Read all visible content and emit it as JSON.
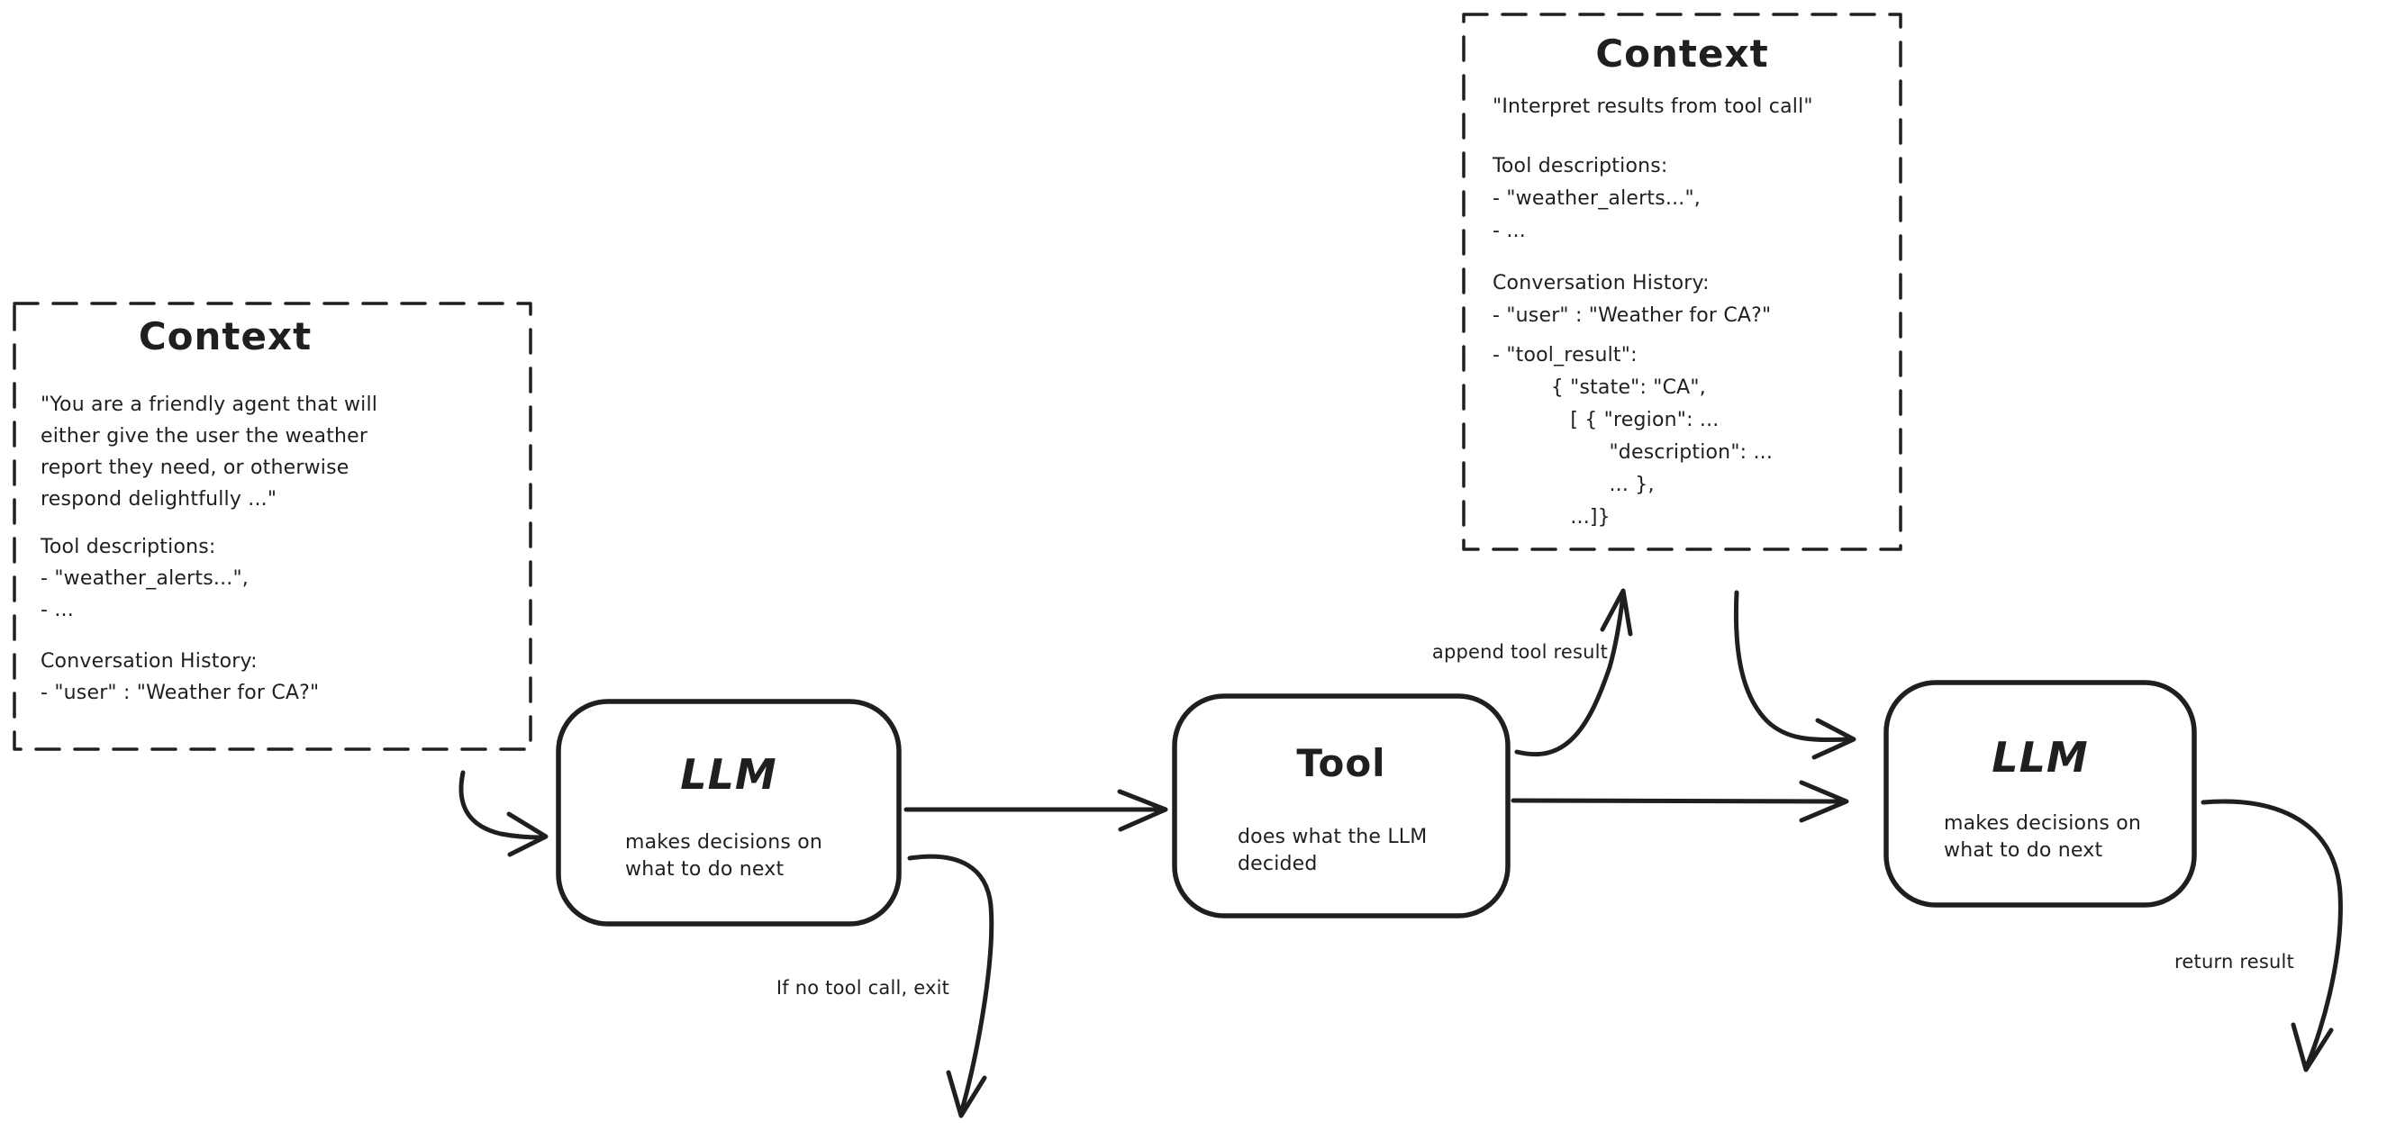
{
  "diagram": {
    "colors": {
      "ink": "#1f1f1f",
      "background": "#ffffff"
    },
    "context_left": {
      "title": "Context",
      "system_prompt": "\"You are a friendly agent that will\neither give the user the weather\nreport they need, or otherwise\nrespond delightfully ...\"",
      "tools_block": "Tool descriptions:\n- \"weather_alerts...\",\n- ...",
      "history_block": "Conversation History:\n- \"user\" : \"Weather for CA?\""
    },
    "context_top": {
      "title": "Context",
      "system_prompt": "\"Interpret results from tool call\"",
      "tools_block": "Tool descriptions:\n- \"weather_alerts...\",\n- ...",
      "history_block_a": "Conversation History:\n- \"user\" : \"Weather for CA?\"",
      "history_block_b": "- \"tool_result\":\n         { \"state\": \"CA\",\n            [ { \"region\": ...\n                  \"description\": ...\n                  ... },\n            ...]}"
    },
    "nodes": {
      "llm_1": {
        "title": "LLM",
        "subtitle": "makes decisions on\nwhat to do next"
      },
      "tool": {
        "title": "Tool",
        "subtitle": "does what the LLM\ndecided"
      },
      "llm_2": {
        "title": "LLM",
        "subtitle": "makes decisions on\nwhat to do next"
      }
    },
    "edge_labels": {
      "append_tool_result": "append tool result",
      "if_no_tool_call": "If no tool call, exit",
      "return_result": "return result"
    }
  }
}
